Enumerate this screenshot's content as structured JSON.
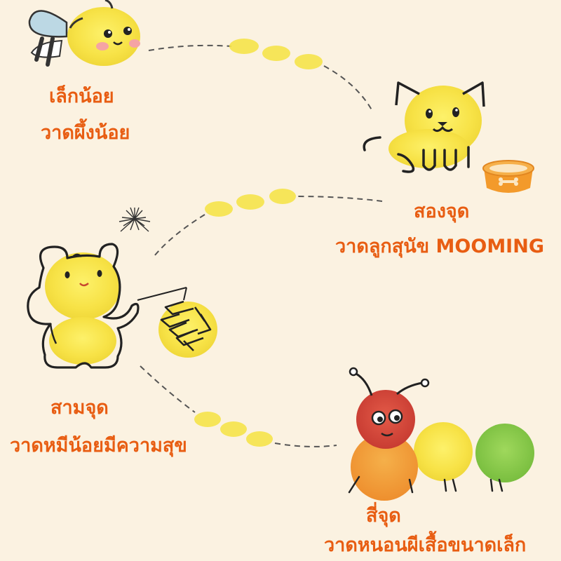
{
  "steps": [
    {
      "line1": "เล็กน้อย",
      "line2": "วาดผึ้งน้อย"
    },
    {
      "line1": "สองจุด",
      "line2": "วาดลูกสุนัข MOOMING"
    },
    {
      "line1": "สามจุด",
      "line2": "วาดหมีน้อยมีความสุข"
    },
    {
      "line1": "สี่จุด",
      "line2": "วาดหนอนผีเสื้อขนาดเล็ก"
    }
  ],
  "colors": {
    "background": "#fbf2e1",
    "caption": "#e85d12",
    "fingerprint_yellow": "#f7e246",
    "fingerprint_red": "#d8493c",
    "fingerprint_orange": "#f2a33a",
    "fingerprint_green": "#8ccc4c",
    "bowl_orange": "#f39a2b",
    "outline": "#222222"
  },
  "illustrations": [
    "bee",
    "puppy",
    "dog-bowl",
    "bear",
    "fireworks",
    "firecrackers",
    "caterpillar"
  ]
}
